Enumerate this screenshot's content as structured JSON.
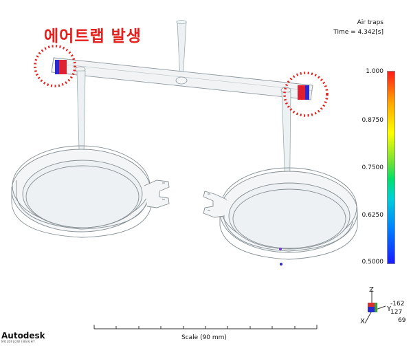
{
  "annotation": "에어트랩 발생",
  "result": {
    "title": "Air traps",
    "time": "Time = 4.342[s]"
  },
  "legend": {
    "ticks": [
      "1.000",
      "0.8750",
      "0.7500",
      "0.6250",
      "0.5000"
    ]
  },
  "scale": {
    "label": "Scale (90 mm)"
  },
  "triad": {
    "z_label": "Z",
    "y_label": "Y",
    "x_label": "X",
    "values": [
      "-162",
      "127",
      "69"
    ]
  },
  "brand": {
    "name": "Autodesk",
    "tagline": "MOLDFLOW INSIGHT"
  },
  "colors": {
    "highlight": "#e3201b",
    "airtrap_red": "#e02030",
    "airtrap_blue": "#2a2ad0"
  }
}
